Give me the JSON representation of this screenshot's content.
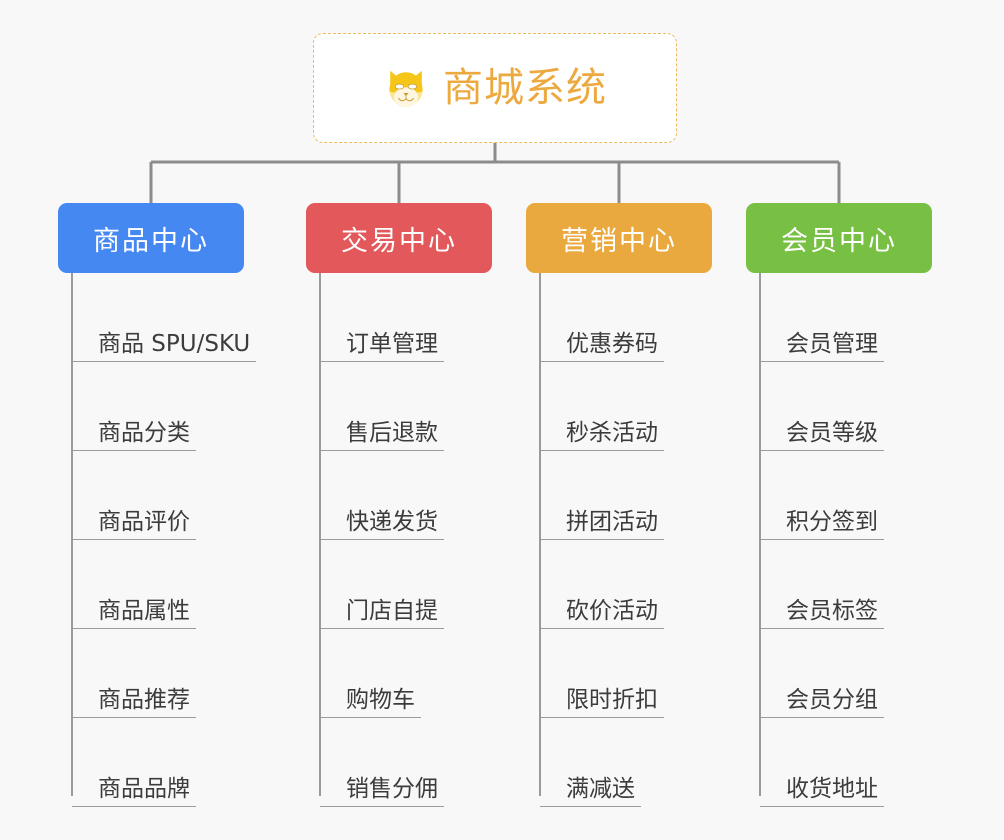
{
  "background_color": "#f8f8f8",
  "root": {
    "icon": "shiba-dog-face-emoji",
    "title": "商城系统",
    "title_color": "#eca93f",
    "border_color": "#edb95c",
    "background_color": "#ffffff"
  },
  "connector_color": "#8c8c8c",
  "leaf_rule_color": "#9b9b9b",
  "leaf_text_color": "#3c3c3c",
  "columns": [
    {
      "title": "商品中心",
      "color": "#4688f1",
      "items": [
        "商品 SPU/SKU",
        "商品分类",
        "商品评价",
        "商品属性",
        "商品推荐",
        "商品品牌"
      ]
    },
    {
      "title": "交易中心",
      "color": "#e2585b",
      "items": [
        "订单管理",
        "售后退款",
        "快递发货",
        "门店自提",
        "购物车",
        "销售分佣"
      ]
    },
    {
      "title": "营销中心",
      "color": "#eaa93f",
      "items": [
        "优惠券码",
        "秒杀活动",
        "拼团活动",
        "砍价活动",
        "限时折扣",
        "满减送"
      ]
    },
    {
      "title": "会员中心",
      "color": "#77c043",
      "items": [
        "会员管理",
        "会员等级",
        "积分签到",
        "会员标签",
        "会员分组",
        "收货地址"
      ]
    }
  ]
}
